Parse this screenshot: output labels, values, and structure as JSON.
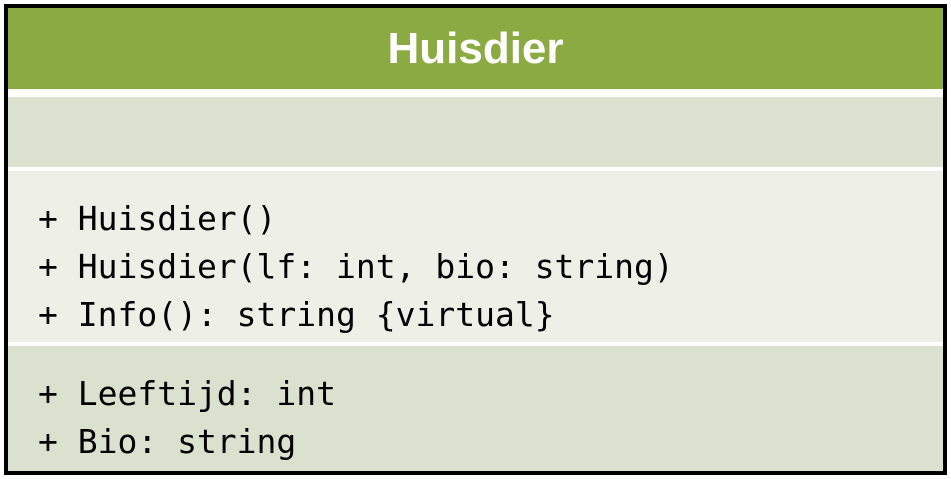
{
  "class": {
    "name": "Huisdier",
    "methods": [
      "+ Huisdier()",
      "+ Huisdier(lf: int, bio: string)",
      "+ Info(): string {virtual}"
    ],
    "attributes": [
      "+ Leeftijd: int",
      "+ Bio: string"
    ]
  },
  "colors": {
    "header": "#8baa42",
    "section_dark": "#dbe1cf",
    "section_light": "#eef0e8",
    "border": "#000000"
  }
}
